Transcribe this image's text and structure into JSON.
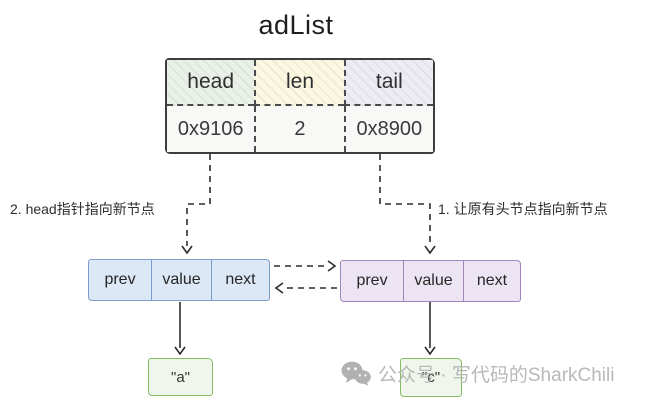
{
  "title": "adList",
  "list_table": {
    "headers": [
      "head",
      "len",
      "tail"
    ],
    "values": [
      "0x9106",
      "2",
      "0x8900"
    ]
  },
  "annotations": {
    "step2": "2. head指针指向新节点",
    "step1": "1. 让原有头节点指向新节点"
  },
  "new_node": {
    "cells": [
      "prev",
      "value",
      "next"
    ],
    "value": "\"a\""
  },
  "old_node": {
    "cells": [
      "prev",
      "value",
      "next"
    ],
    "value": "\"c\""
  },
  "watermark": {
    "text": "公众号 · 写代码的SharkChili"
  },
  "colors": {
    "table_head_fill": "#eaf1e8",
    "table_len_fill": "#fbf7e1",
    "table_tail_fill": "#eeebf4",
    "new_node_border": "#7d9cc9",
    "new_node_fill": "#dce8f6",
    "old_node_border": "#a285bd",
    "old_node_fill": "#ece4f2",
    "value_box_border": "#85bb65",
    "value_box_fill": "#eef5e9",
    "connector": "#2c2c2c",
    "watermark_gray": "#b3b3b3"
  }
}
